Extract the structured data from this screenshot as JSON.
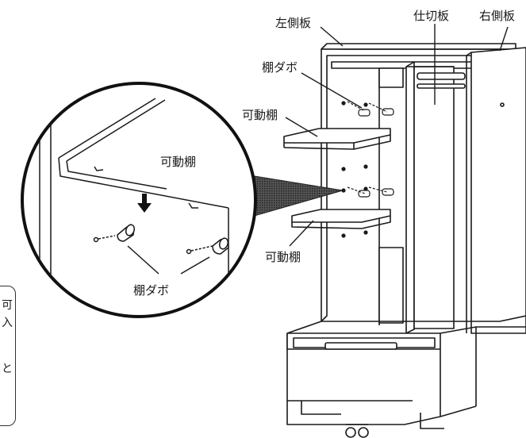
{
  "labels": {
    "left_side_panel": "左側板",
    "partition_panel": "仕切板",
    "right_side_panel": "右側板",
    "shelf_pin_top": "棚ダボ",
    "movable_shelf_upper": "可動棚",
    "movable_shelf_lower": "可動棚",
    "inset_movable_shelf": "可動棚",
    "inset_shelf_pin": "棚ダボ"
  },
  "note_fragments": [
    "可",
    "入",
    "と"
  ],
  "colors": {
    "line": "#1a1a1a",
    "pointer": "#333333"
  }
}
